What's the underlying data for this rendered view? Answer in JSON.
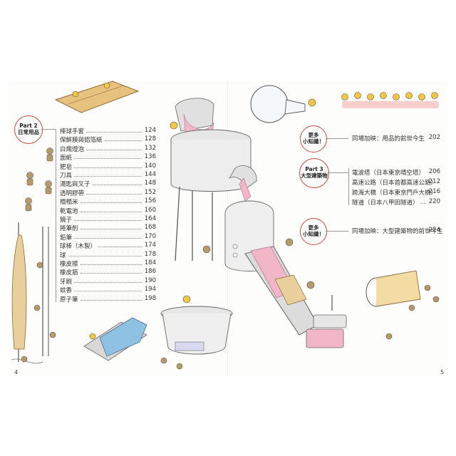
{
  "left_page": {
    "part2": {
      "line1": "Part 2",
      "line2": "日常用品"
    },
    "entries": [
      {
        "title": "棒球手套",
        "page": "124"
      },
      {
        "title": "保鮮膜與鋁箔紙",
        "page": "128"
      },
      {
        "title": "白熾燈泡",
        "page": "132"
      },
      {
        "title": "面紙",
        "page": "136"
      },
      {
        "title": "肥皂",
        "page": "140"
      },
      {
        "title": "刀具",
        "page": "144"
      },
      {
        "title": "湯匙與叉子",
        "page": "148"
      },
      {
        "title": "透明膠帶",
        "page": "152"
      },
      {
        "title": "榻榻米",
        "page": "156"
      },
      {
        "title": "乾電池",
        "page": "160"
      },
      {
        "title": "鏡子",
        "page": "164"
      },
      {
        "title": "捲筆削",
        "page": "168"
      },
      {
        "title": "鉛筆",
        "page": "170"
      },
      {
        "title": "球棒（木製）",
        "page": "174"
      },
      {
        "title": "球",
        "page": "178"
      },
      {
        "title": "橡皮擦",
        "page": "184"
      },
      {
        "title": "橡皮筋",
        "page": "186"
      },
      {
        "title": "牙刷",
        "page": "190"
      },
      {
        "title": "蚊香",
        "page": "194"
      },
      {
        "title": "原子筆",
        "page": "198"
      }
    ],
    "page_number": "4"
  },
  "right_page": {
    "more1": {
      "line1": "更多",
      "line2": "小知識！"
    },
    "more1_entry": {
      "title": "同場加映：用品的前世今生",
      "page": "202"
    },
    "part3": {
      "line1": "Part 3",
      "line2": "大型建築物"
    },
    "part3_entries": [
      {
        "title": "電波塔（日本東京晴空塔）",
        "page": "206"
      },
      {
        "title": "高速公路（日本首都高速公路）",
        "page": "212"
      },
      {
        "title": "跨海大橋（日本東京門戶大橋）",
        "page": "216"
      },
      {
        "title": "隧道（日本八甲田隧道）",
        "page": "220"
      }
    ],
    "more2": {
      "line1": "更多",
      "line2": "小知識！"
    },
    "more2_entry": {
      "title": "同場加映：大型建築物的前世今生",
      "page": "224"
    },
    "page_number": "5"
  },
  "colors": {
    "accent_ring": "#c94a3c",
    "soap_pink": "#f2b6c9",
    "helmet_yellow": "#f2c641",
    "bag_blue": "#8fc1e3",
    "wood_tan": "#e7c27f"
  },
  "icon_names": [
    "worker-figure-icon",
    "soap-machine-icon",
    "conveyor-belt-icon",
    "light-bulb-icon",
    "pencil-press-icon",
    "wood-board-icon"
  ]
}
